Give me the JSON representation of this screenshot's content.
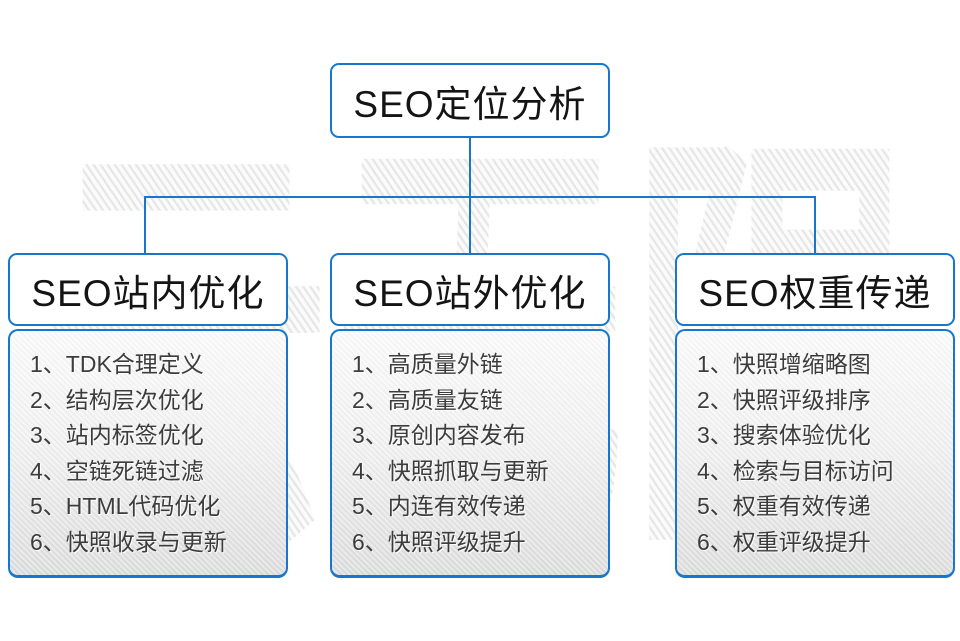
{
  "watermark": {
    "text": "云无限"
  },
  "colors": {
    "accent_blue": "#1677cc",
    "title_text": "#141414",
    "item_text": "#3c3c3c",
    "watermark_gray": "#e7e7e7",
    "panel_gradient_top": "#fbfbfb",
    "panel_gradient_bottom": "#dcdcdc"
  },
  "root": {
    "label": "SEO定位分析"
  },
  "columns": [
    {
      "title": "SEO站内优化",
      "items": [
        "1、TDK合理定义",
        "2、结构层次优化",
        "3、站内标签优化",
        "4、空链死链过滤",
        "5、HTML代码优化",
        "6、快照收录与更新"
      ]
    },
    {
      "title": "SEO站外优化",
      "items": [
        "1、高质量外链",
        "2、高质量友链",
        "3、原创内容发布",
        "4、快照抓取与更新",
        "5、内连有效传递",
        "6、快照评级提升"
      ]
    },
    {
      "title": "SEO权重传递",
      "items": [
        "1、快照增缩略图",
        "2、快照评级排序",
        "3、搜索体验优化",
        "4、检索与目标访问",
        "5、权重有效传递",
        "6、权重评级提升"
      ]
    }
  ]
}
